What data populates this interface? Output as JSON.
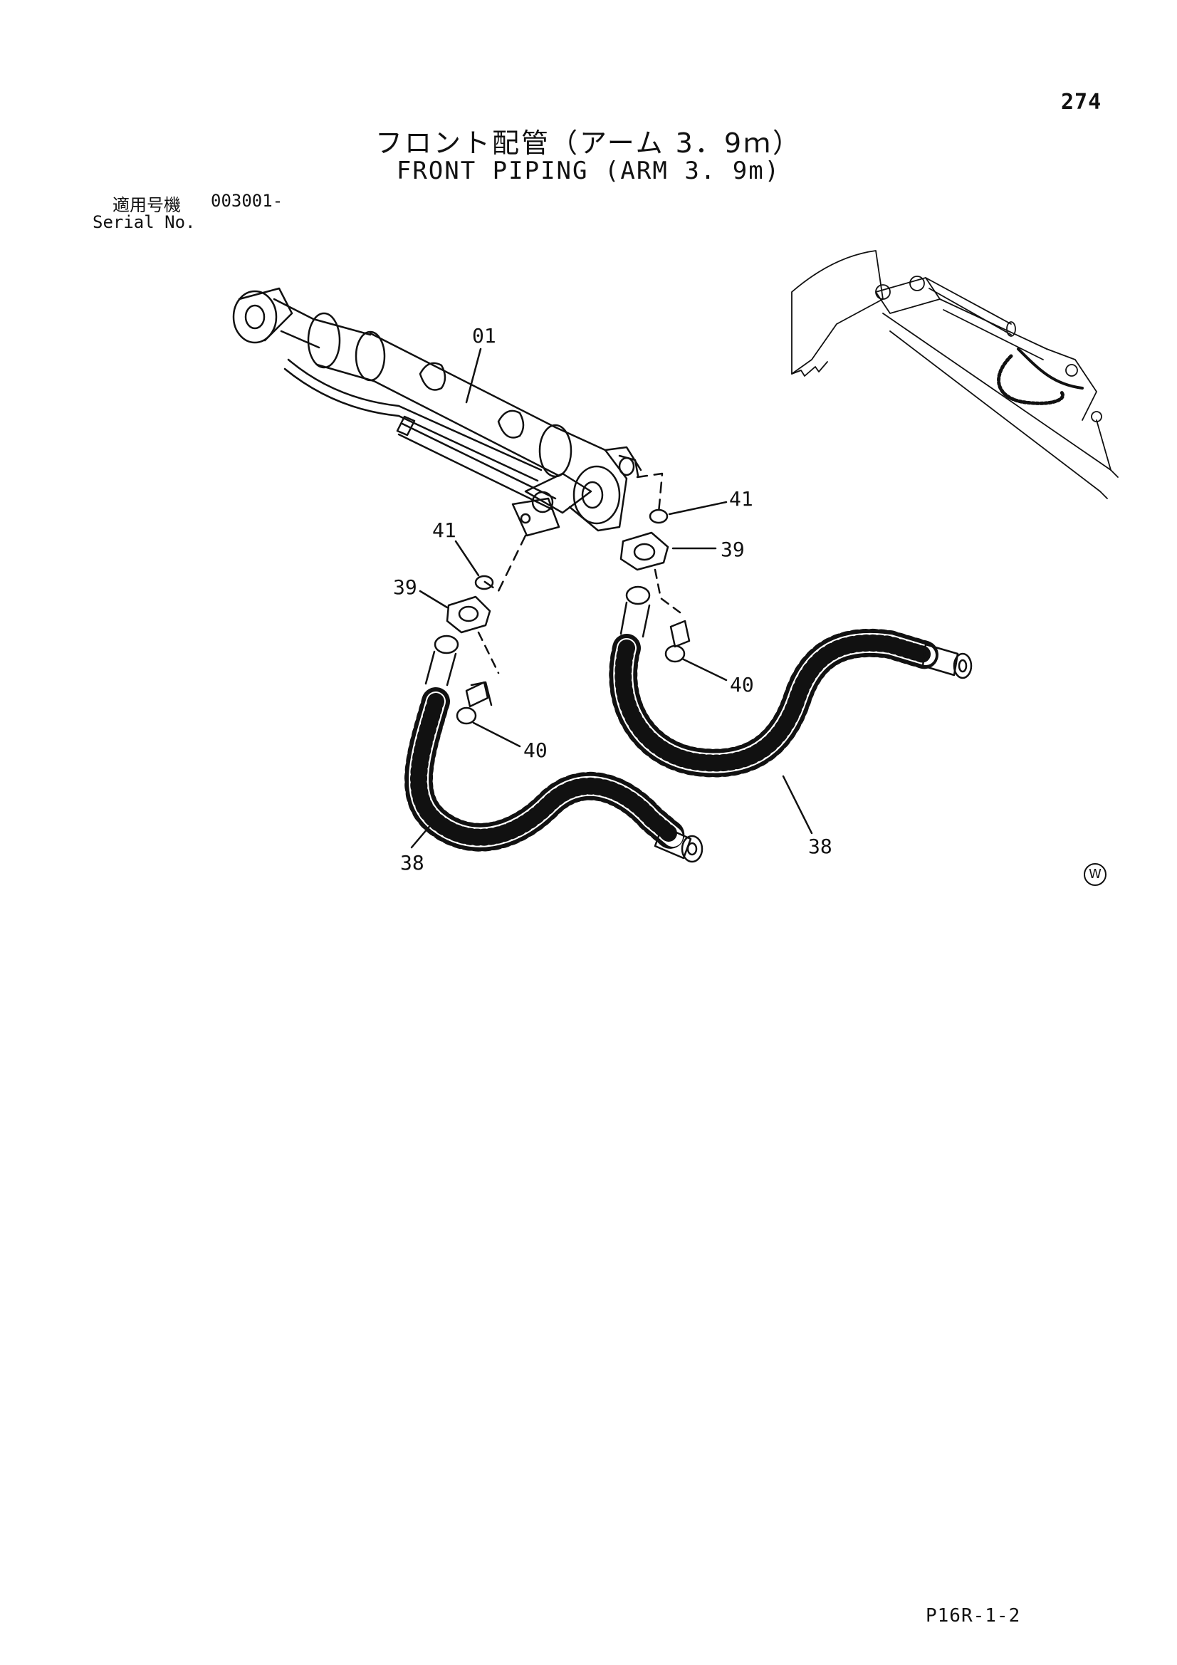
{
  "page_number": "274",
  "title_jp": "フロント配管（アーム 3．9ｍ）",
  "title_en": "FRONT PIPING (ARM 3. 9m)",
  "serial": {
    "label_jp": "適用号機",
    "value": "003001-",
    "label_en": "Serial No."
  },
  "callouts": {
    "c01": "01",
    "c41_left": "41",
    "c41_right": "41",
    "c39_left": "39",
    "c39_right": "39",
    "c40_left": "40",
    "c40_right": "40",
    "c38_left": "38",
    "c38_right": "38"
  },
  "corner_mark": "W",
  "footer_code": "P16R-1-2"
}
